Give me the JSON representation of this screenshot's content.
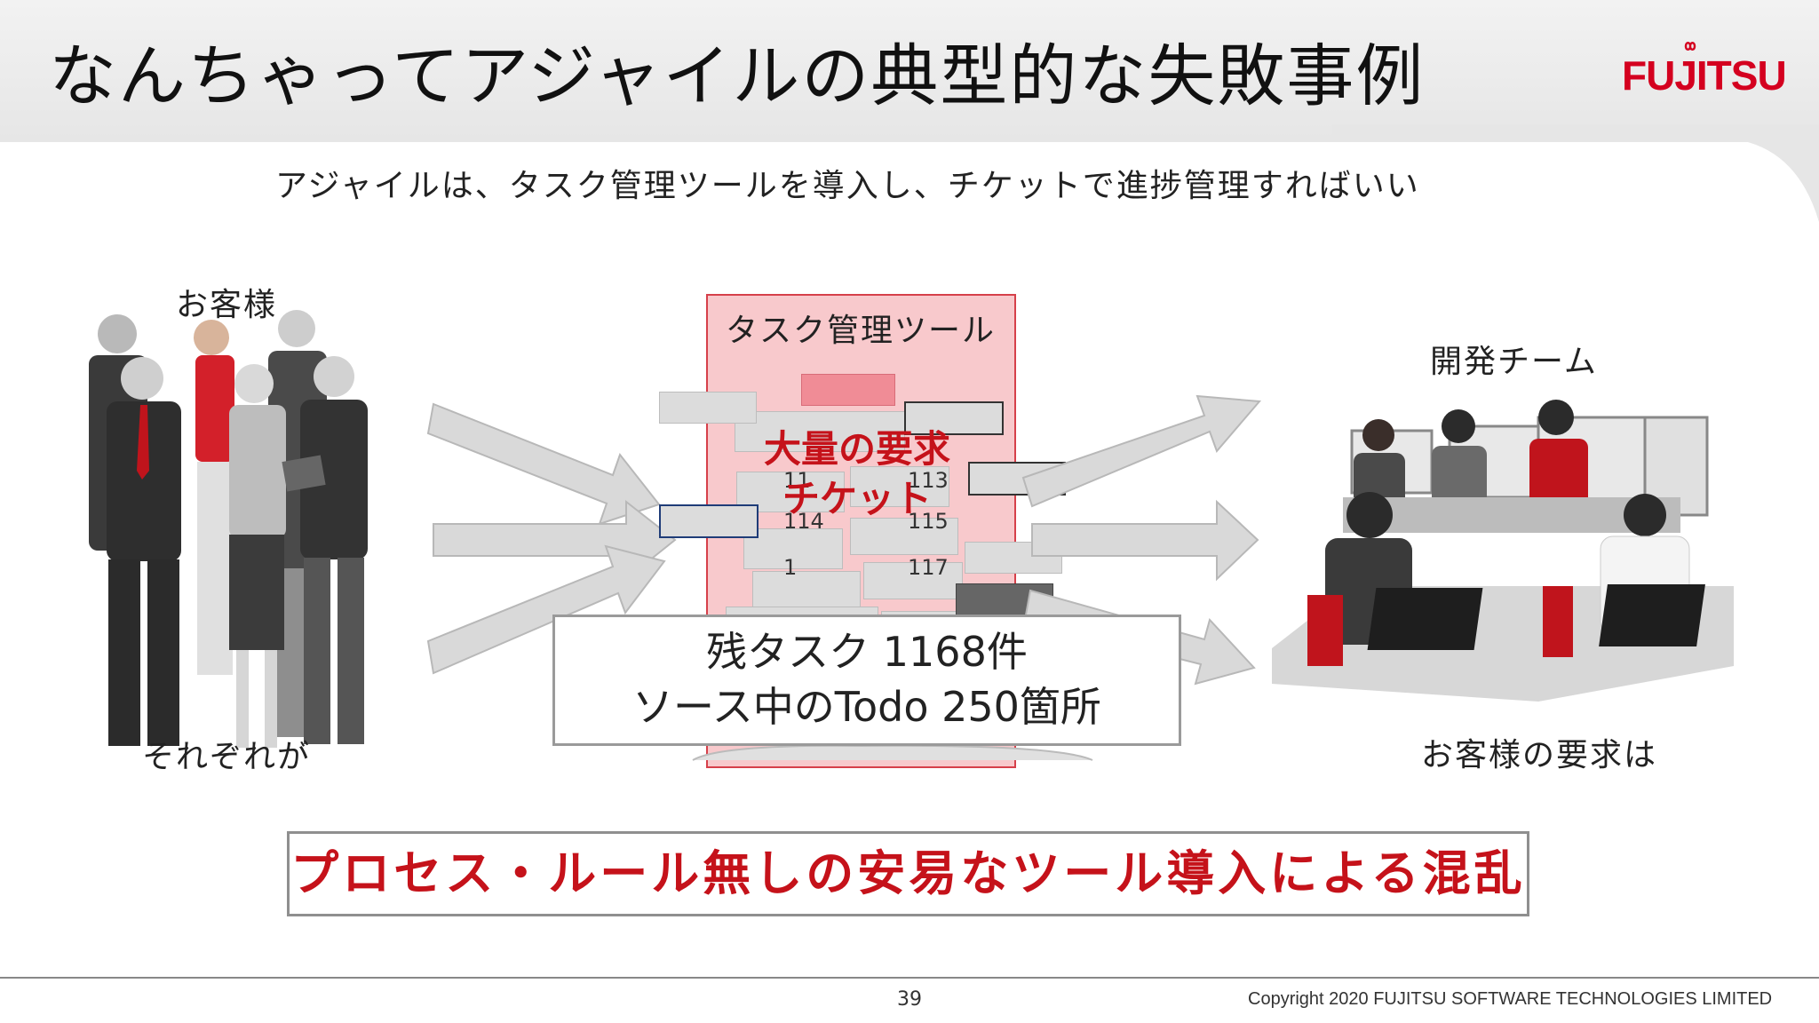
{
  "header": {
    "title": "なんちゃってアジャイルの典型的な失敗事例",
    "logo": "FUJITSU"
  },
  "subtitle": "アジャイルは、タスク管理ツールを導入し、チケットで進捗管理すればいい",
  "left": {
    "label": "お客様",
    "caption": "それぞれが"
  },
  "center": {
    "tool_label": "タスク管理ツール",
    "overlay_line1": "大量の要求",
    "overlay_line2": "チケット",
    "ticket_numbers": [
      "11",
      "113",
      "114",
      "115",
      "1",
      "117"
    ],
    "remain_line1": "残タスク 1168件",
    "remain_line2": "ソース中のTodo 250箇所"
  },
  "right": {
    "label": "開発チーム",
    "caption": "お客様の要求は"
  },
  "banner": "プロセス・ルール無しの安易なツール導入による混乱",
  "footer": {
    "page": "39",
    "copyright": "Copyright 2020 FUJITSU SOFTWARE TECHNOLOGIES LIMITED"
  },
  "colors": {
    "accent_red": "#c5121a",
    "brand_red": "#d4001f",
    "panel_pink": "#f8c9cc"
  }
}
